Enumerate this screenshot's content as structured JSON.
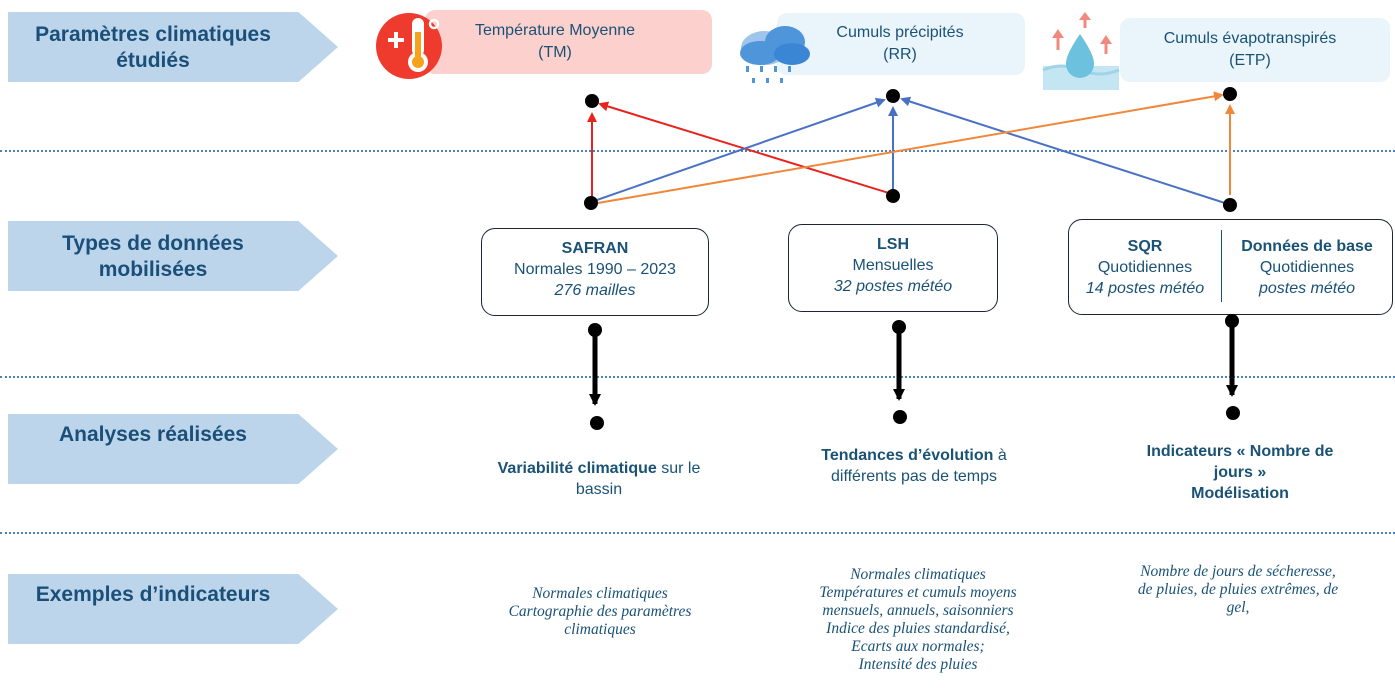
{
  "rows": {
    "parametres": [
      "Paramètres climatiques",
      "étudiés"
    ],
    "types": [
      "Types de données",
      "mobilisées"
    ],
    "analyses": [
      "Analyses réalisées"
    ],
    "exemples": [
      "Exemples d’indicateurs"
    ]
  },
  "parameters": {
    "tm": [
      "Température Moyenne",
      "(TM)"
    ],
    "rr": [
      "Cumuls précipités",
      "(RR)"
    ],
    "etp": [
      "Cumuls évapotranspirés",
      "(ETP)"
    ]
  },
  "data_types": {
    "safran": {
      "title": "SAFRAN",
      "line1": "Normales 1990 – 2023",
      "line2": "276 mailles"
    },
    "lsh": {
      "title": "LSH",
      "line1": "Mensuelles",
      "line2": "32 postes météo"
    },
    "sqr": {
      "title": "SQR",
      "line1": "Quotidiennes",
      "line2": "14 postes météo"
    },
    "base": {
      "title": "Données de base",
      "line1": "Quotidiennes",
      "line2": "postes météo"
    }
  },
  "analyses": {
    "safran_bold": "Variabilité climatique",
    "safran_rest1": " sur le",
    "safran_rest2": "bassin",
    "lsh_bold": "Tendances d’évolution",
    "lsh_rest1": " à",
    "lsh_rest2": "différents pas de temps",
    "sqr_line1": "Indicateurs « Nombre de",
    "sqr_line2": "jours »",
    "sqr_line3": "Modélisation"
  },
  "examples": {
    "safran": [
      "Normales climatiques",
      "Cartographie des paramètres",
      "climatiques"
    ],
    "lsh": [
      "Normales climatiques",
      "Températures et cumuls moyens",
      "mensuels, annuels, saisonniers",
      "Indice  des pluies standardisé,",
      "Ecarts aux normales;",
      "Intensité des pluies"
    ],
    "sqr": [
      "Nombre de jours de sécheresse,",
      "de pluies, de pluies extrêmes, de",
      "gel,"
    ]
  },
  "colors": {
    "chevron": "#bcd5ea",
    "row_text": "#1a4f7a",
    "tm_box": "#fbd0cd",
    "rr_box": "#eaf5fb",
    "etp_box": "#eaf5fb",
    "red_arrow": "#e8231f",
    "blue_arrow": "#4a72c4",
    "orange_arrow": "#f0873a",
    "separator": "#4a7fc1"
  },
  "icons": [
    "thermometer-icon",
    "rain-cloud-icon",
    "evaporation-icon"
  ]
}
